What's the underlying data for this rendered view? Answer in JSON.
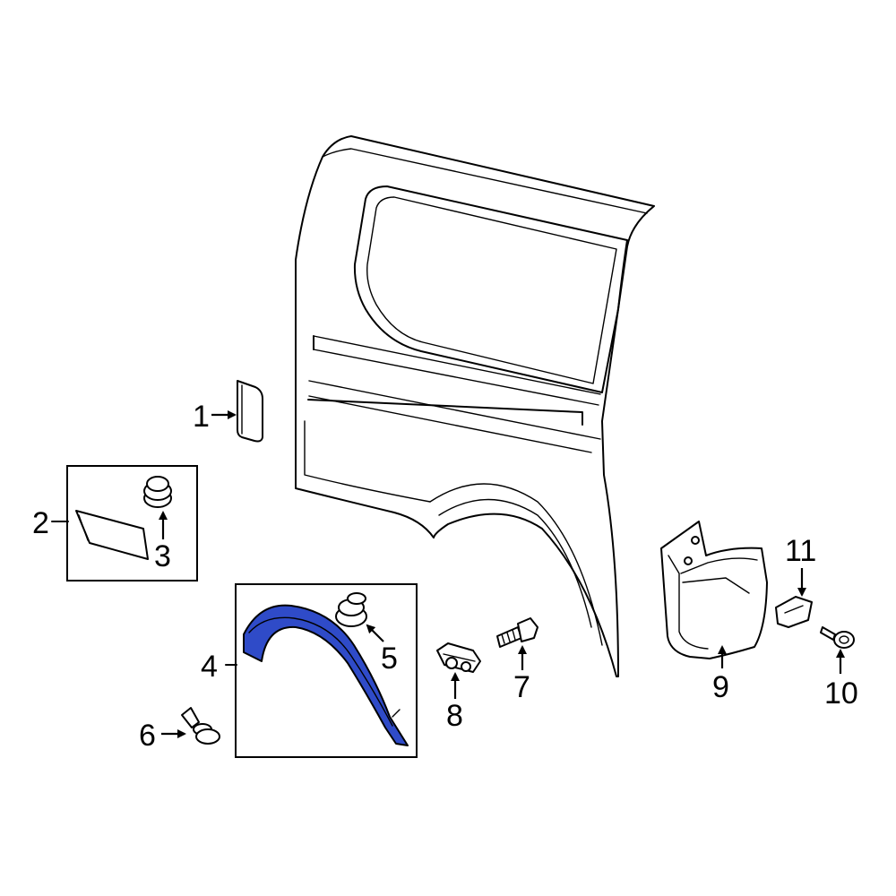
{
  "callouts": {
    "c1": "1",
    "c2": "2",
    "c3": "3",
    "c4": "4",
    "c5": "5",
    "c6": "6",
    "c7": "7",
    "c8": "8",
    "c9": "9",
    "c10": "10",
    "c11": "11"
  },
  "colors": {
    "highlight_part": "#2f4bc8",
    "line": "#000000",
    "background": "#ffffff"
  }
}
